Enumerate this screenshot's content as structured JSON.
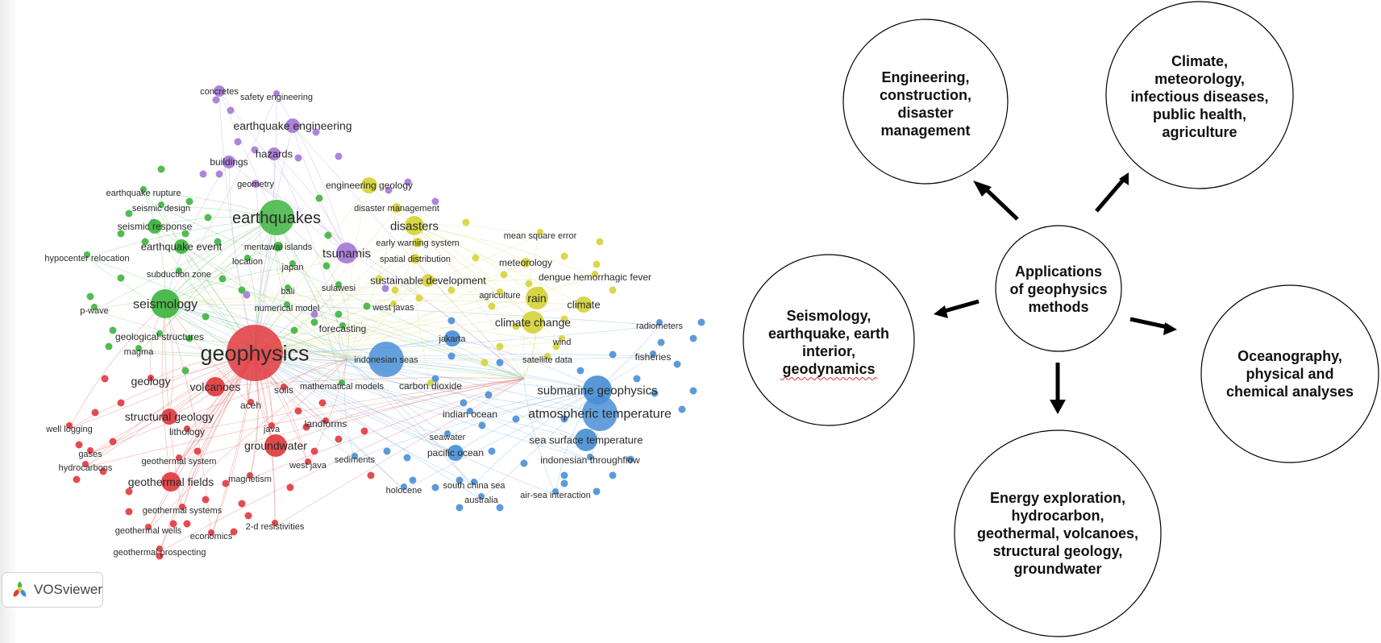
{
  "network": {
    "clusters": {
      "red": {
        "color": "#e0393e",
        "edge": "#e88585"
      },
      "green": {
        "color": "#3fb53f",
        "edge": "#8fd18f"
      },
      "blue": {
        "color": "#4a8fd6",
        "edge": "#94bde8"
      },
      "yellow": {
        "color": "#d6d33a",
        "edge": "#e3e193"
      },
      "purple": {
        "color": "#a678d6",
        "edge": "#ccb2e8"
      }
    },
    "labels": [
      {
        "text": "concretes",
        "c": "purple",
        "fs": 11
      },
      {
        "text": "safety engineering",
        "c": "purple",
        "fs": 11
      },
      {
        "text": "earthquake engineering",
        "c": "purple",
        "fs": 14
      },
      {
        "text": "hazards",
        "c": "purple",
        "fs": 13
      },
      {
        "text": "buildings",
        "c": "purple",
        "fs": 12
      },
      {
        "text": "geometry",
        "c": "purple",
        "fs": 11
      },
      {
        "text": "engineering geology",
        "c": "yellow",
        "fs": 12
      },
      {
        "text": "earthquake rupture",
        "c": "green",
        "fs": 11
      },
      {
        "text": "seismic design",
        "c": "green",
        "fs": 11
      },
      {
        "text": "disaster management",
        "c": "yellow",
        "fs": 11
      },
      {
        "text": "earthquakes",
        "c": "green",
        "fs": 20
      },
      {
        "text": "disasters",
        "c": "yellow",
        "fs": 15
      },
      {
        "text": "seismic response",
        "c": "green",
        "fs": 12
      },
      {
        "text": "early warning system",
        "c": "yellow",
        "fs": 11
      },
      {
        "text": "mean square error",
        "c": "yellow",
        "fs": 11
      },
      {
        "text": "earthquake event",
        "c": "green",
        "fs": 13
      },
      {
        "text": "mentawai islands",
        "c": "green",
        "fs": 11
      },
      {
        "text": "tsunamis",
        "c": "purple",
        "fs": 15
      },
      {
        "text": "hypocenter relocation",
        "c": "green",
        "fs": 11
      },
      {
        "text": "location",
        "c": "green",
        "fs": 11
      },
      {
        "text": "spatial distribution",
        "c": "yellow",
        "fs": 11
      },
      {
        "text": "meteorology",
        "c": "yellow",
        "fs": 12
      },
      {
        "text": "japan",
        "c": "green",
        "fs": 11
      },
      {
        "text": "subduction zone",
        "c": "green",
        "fs": 11
      },
      {
        "text": "sustainable development",
        "c": "yellow",
        "fs": 13
      },
      {
        "text": "dengue hemorrhagic fever",
        "c": "yellow",
        "fs": 12
      },
      {
        "text": "bali",
        "c": "green",
        "fs": 11
      },
      {
        "text": "sulawesi",
        "c": "green",
        "fs": 11
      },
      {
        "text": "agriculture",
        "c": "yellow",
        "fs": 11
      },
      {
        "text": "rain",
        "c": "yellow",
        "fs": 14
      },
      {
        "text": "seismology",
        "c": "green",
        "fs": 16
      },
      {
        "text": "p-wave",
        "c": "green",
        "fs": 11
      },
      {
        "text": "numerical model",
        "c": "green",
        "fs": 11
      },
      {
        "text": "west javas",
        "c": "yellow",
        "fs": 11
      },
      {
        "text": "climate",
        "c": "yellow",
        "fs": 13
      },
      {
        "text": "climate change",
        "c": "yellow",
        "fs": 14
      },
      {
        "text": "forecasting",
        "c": "green",
        "fs": 12
      },
      {
        "text": "radiometers",
        "c": "blue",
        "fs": 11
      },
      {
        "text": "geological structures",
        "c": "green",
        "fs": 12
      },
      {
        "text": "jakarta",
        "c": "blue",
        "fs": 11
      },
      {
        "text": "wind",
        "c": "yellow",
        "fs": 11
      },
      {
        "text": "magma",
        "c": "green",
        "fs": 11
      },
      {
        "text": "geophysics",
        "c": "red",
        "fs": 27
      },
      {
        "text": "indonesian seas",
        "c": "blue",
        "fs": 11
      },
      {
        "text": "satellite data",
        "c": "yellow",
        "fs": 11
      },
      {
        "text": "fisheries",
        "c": "blue",
        "fs": 12
      },
      {
        "text": "geology",
        "c": "red",
        "fs": 14
      },
      {
        "text": "volcanoes",
        "c": "red",
        "fs": 14
      },
      {
        "text": "soils",
        "c": "red",
        "fs": 12
      },
      {
        "text": "mathematical models",
        "c": "green",
        "fs": 11
      },
      {
        "text": "carbon dioxide",
        "c": "yellow",
        "fs": 12
      },
      {
        "text": "submarine geophysics",
        "c": "blue",
        "fs": 15
      },
      {
        "text": "aceh",
        "c": "red",
        "fs": 12
      },
      {
        "text": "indian ocean",
        "c": "blue",
        "fs": 12
      },
      {
        "text": "atmospheric temperature",
        "c": "blue",
        "fs": 16
      },
      {
        "text": "structural geology",
        "c": "red",
        "fs": 14
      },
      {
        "text": "landforms",
        "c": "red",
        "fs": 12
      },
      {
        "text": "java",
        "c": "red",
        "fs": 11
      },
      {
        "text": "well logging",
        "c": "red",
        "fs": 11
      },
      {
        "text": "lithology",
        "c": "red",
        "fs": 12
      },
      {
        "text": "seawater",
        "c": "blue",
        "fs": 11
      },
      {
        "text": "sea surface temperature",
        "c": "blue",
        "fs": 13
      },
      {
        "text": "groundwater",
        "c": "red",
        "fs": 14
      },
      {
        "text": "gases",
        "c": "red",
        "fs": 11
      },
      {
        "text": "pacific ocean",
        "c": "blue",
        "fs": 12
      },
      {
        "text": "geothermal system",
        "c": "red",
        "fs": 11
      },
      {
        "text": "sediments",
        "c": "blue",
        "fs": 11
      },
      {
        "text": "indonesian throughflow",
        "c": "blue",
        "fs": 12
      },
      {
        "text": "hydrocarbons",
        "c": "red",
        "fs": 11
      },
      {
        "text": "west java",
        "c": "red",
        "fs": 11
      },
      {
        "text": "geothermal fields",
        "c": "red",
        "fs": 14
      },
      {
        "text": "magnetism",
        "c": "red",
        "fs": 11
      },
      {
        "text": "south china sea",
        "c": "blue",
        "fs": 11
      },
      {
        "text": "holocene",
        "c": "blue",
        "fs": 11
      },
      {
        "text": "air-sea interaction",
        "c": "blue",
        "fs": 11
      },
      {
        "text": "australia",
        "c": "blue",
        "fs": 11
      },
      {
        "text": "geothermal systems",
        "c": "red",
        "fs": 11
      },
      {
        "text": "2-d resistivities",
        "c": "red",
        "fs": 11
      },
      {
        "text": "geothermal wells",
        "c": "red",
        "fs": 11
      },
      {
        "text": "economics",
        "c": "red",
        "fs": 11
      },
      {
        "text": "geothermal prospecting",
        "c": "red",
        "fs": 11
      }
    ],
    "badge": {
      "label": "VOSviewer",
      "icon": "vosviewer-logo-icon"
    }
  },
  "applications": {
    "center": "Applications\nof geophysics\nmethods",
    "circles": [
      {
        "id": "engineering",
        "text": "Engineering,\nconstruction,\ndisaster\nmanagement"
      },
      {
        "id": "climate",
        "text": "Climate,\nmeteorology,\ninfectious diseases,\npublic health,\nagriculture"
      },
      {
        "id": "seismology",
        "text": "Seismology,\nearthquake, earth\ninterior,\ngeodynamics"
      },
      {
        "id": "oceanography",
        "text": "Oceanography,\nphysical and\nchemical analyses"
      },
      {
        "id": "energy",
        "text": "Energy exploration,\nhydrocarbon,\ngeothermal, volcanoes,\nstructural geology,\ngroundwater"
      }
    ]
  }
}
